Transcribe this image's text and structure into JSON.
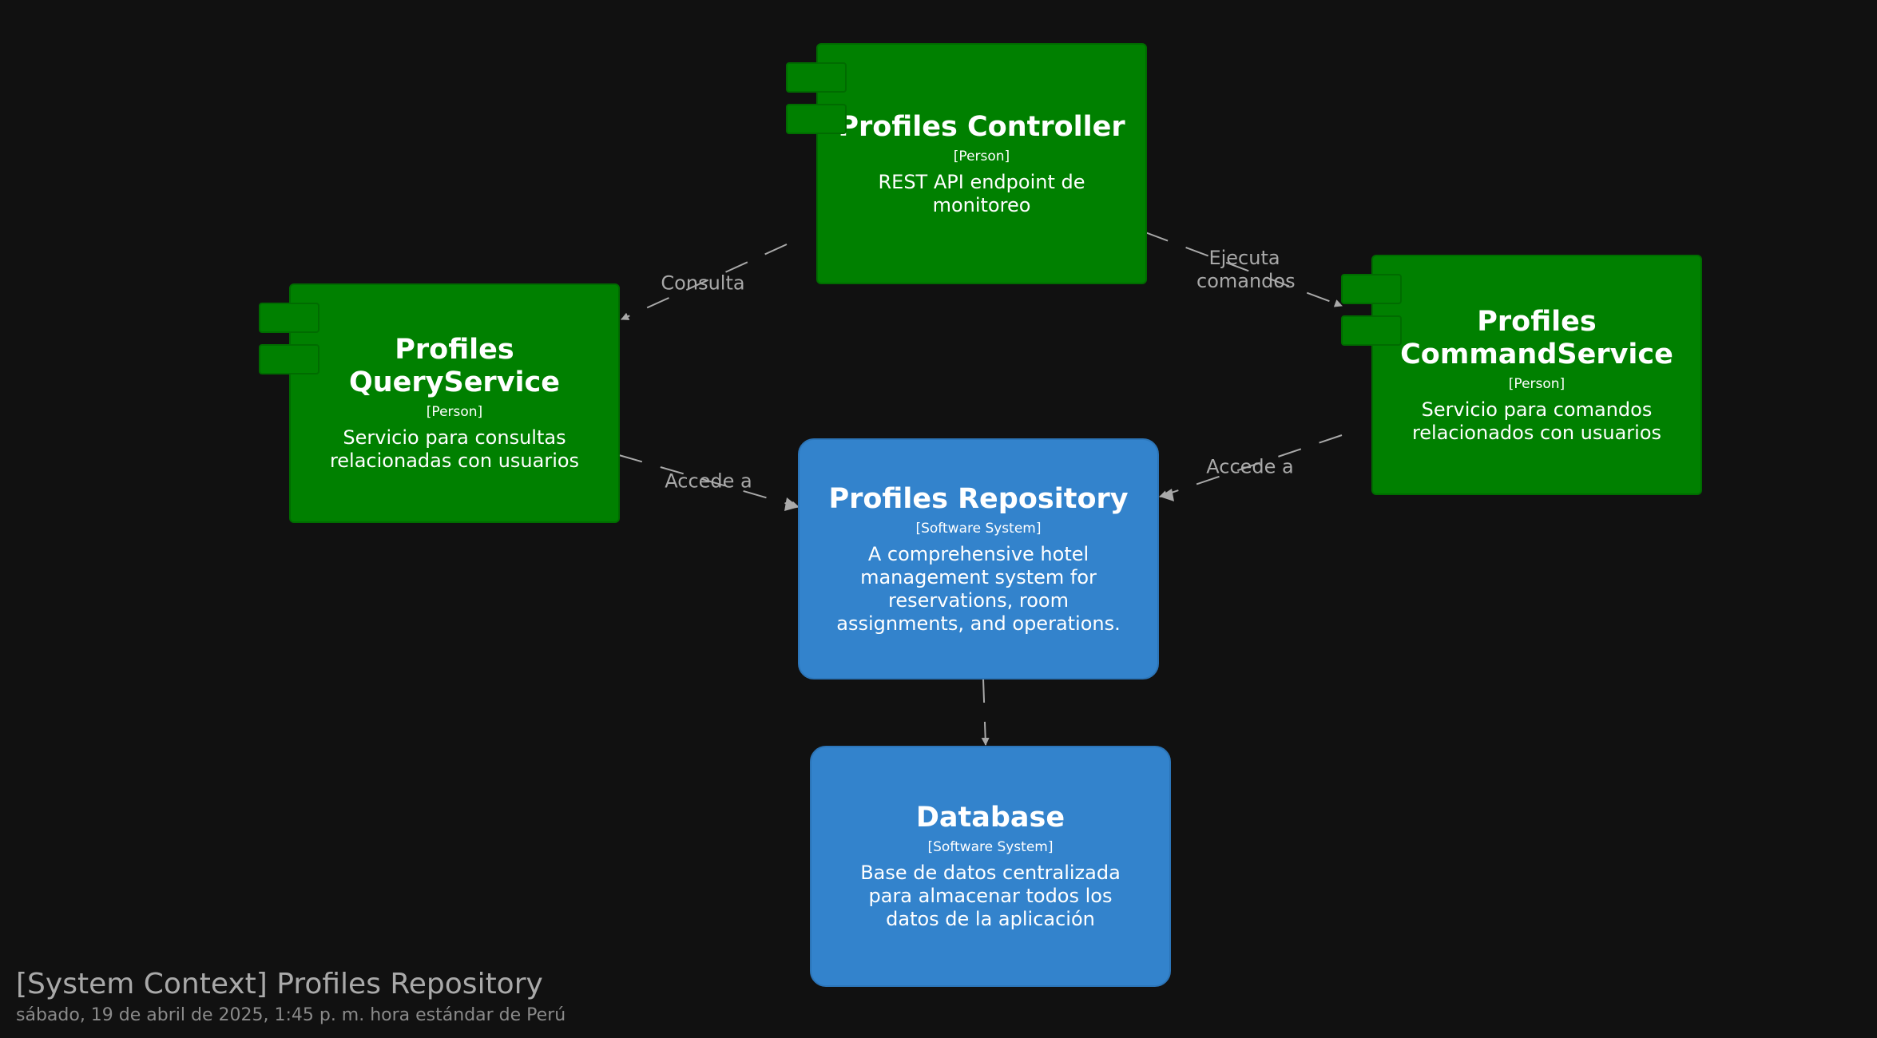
{
  "nodes": {
    "controller": {
      "title": "Profiles Controller",
      "tech": "[Person]",
      "description": "REST API endpoint de monitoreo"
    },
    "query_service": {
      "title": "Profiles QueryService",
      "tech": "[Person]",
      "description": "Servicio para consultas relacionadas con usuarios"
    },
    "command_service": {
      "title": "Profiles CommandService",
      "tech": "[Person]",
      "description": "Servicio para comandos relacionados con usuarios"
    },
    "repository": {
      "title": "Profiles Repository",
      "tech": "[Software System]",
      "description": "A comprehensive hotel management system for reservations, room assignments, and operations."
    },
    "database": {
      "title": "Database",
      "tech": "[Software System]",
      "description": "Base de datos centralizada para almacenar todos los datos de la aplicación"
    }
  },
  "edges": {
    "consulta": {
      "from": "Profiles Controller",
      "to": "Profiles QueryService",
      "label": "Consulta"
    },
    "ejecuta": {
      "from": "Profiles Controller",
      "to": "Profiles CommandService",
      "label": "Ejecuta comandos"
    },
    "accede_query": {
      "from": "Profiles QueryService",
      "to": "Profiles Repository",
      "label": "Accede a"
    },
    "accede_command": {
      "from": "Profiles CommandService",
      "to": "Profiles Repository",
      "label": "Accede a"
    },
    "repo_db": {
      "from": "Profiles Repository",
      "to": "Database",
      "label": ""
    }
  },
  "footer": {
    "title": "[System Context] Profiles Repository",
    "date": "sábado, 19 de abril de 2025, 1:45 p. m. hora estándar de Perú"
  },
  "colors": {
    "background": "#111111",
    "component": "#008000",
    "system": "#3383cc",
    "edge": "#a9a9a9"
  }
}
